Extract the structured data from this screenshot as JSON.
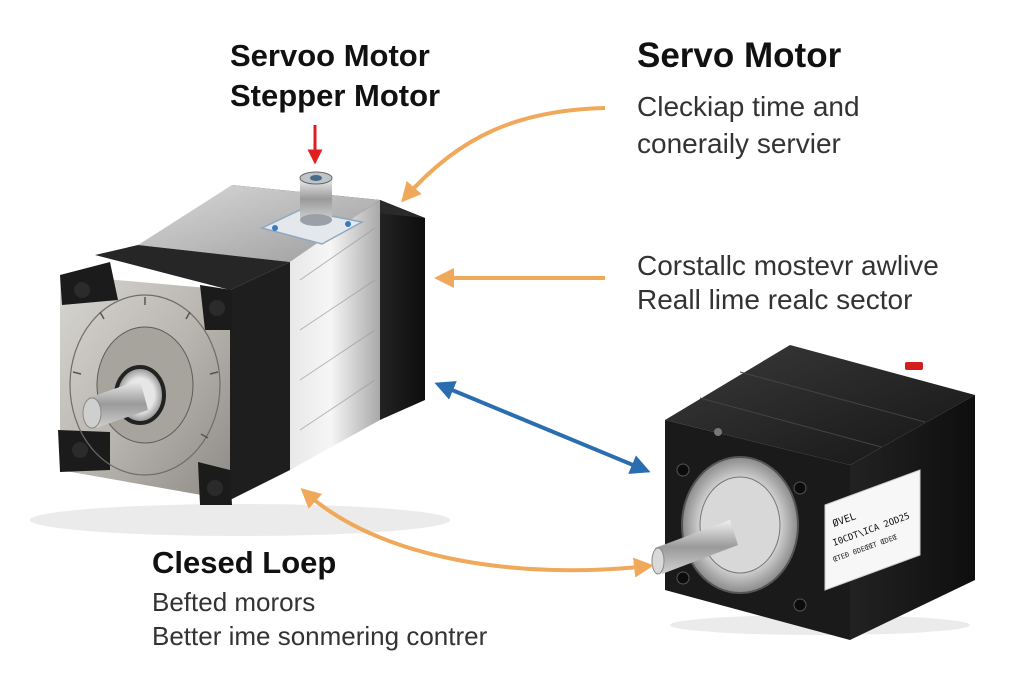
{
  "labels": {
    "top_left": {
      "line1": "Servoo Motor",
      "line2": "Stepper Motor"
    },
    "top_right": {
      "title": "Servo Motor",
      "line1": "Cleckiap time and",
      "line2": "coneraily servier"
    },
    "mid_right": {
      "line1": "Corstallc mostevr awlive",
      "line2": "Reall lime realc sector"
    },
    "bottom_left": {
      "title": "Clesed Loep",
      "line1": "Befted morors",
      "line2": "Better ime sonmering contrer"
    }
  },
  "small_motor_label": {
    "line1": "ØVEL",
    "line2": "I0CDT\\ICA 2OD25",
    "line3": "ŒTEƉ 0DEŒŒT ŒDEŒ"
  },
  "colors": {
    "arrow_orange": "#f0a85a",
    "arrow_blue": "#2a6db0",
    "arrow_red": "#e0201e",
    "motor_black": "#1c1c1c",
    "motor_silver": "#c9c9c9"
  }
}
